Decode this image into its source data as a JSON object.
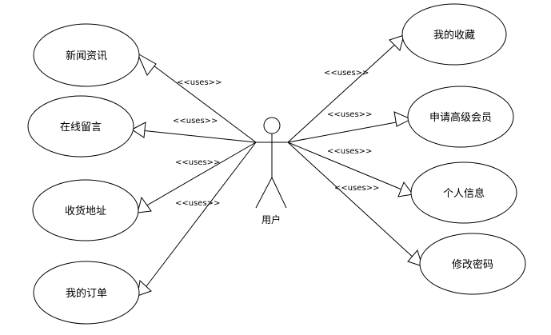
{
  "actor": {
    "label": "用户"
  },
  "use_cases": {
    "left": [
      {
        "label": "新闻资讯",
        "relation": "<<uses>>"
      },
      {
        "label": "在线留言",
        "relation": "<<uses>>"
      },
      {
        "label": "收货地址",
        "relation": "<<uses>>"
      },
      {
        "label": "我的订单",
        "relation": "<<uses>>"
      }
    ],
    "right": [
      {
        "label": "我的收藏",
        "relation": "<<uses>>"
      },
      {
        "label": "申请高级会员",
        "relation": "<<uses>>"
      },
      {
        "label": "个人信息",
        "relation": "<<uses>>"
      },
      {
        "label": "修改密码",
        "relation": "<<uses>>"
      }
    ]
  }
}
